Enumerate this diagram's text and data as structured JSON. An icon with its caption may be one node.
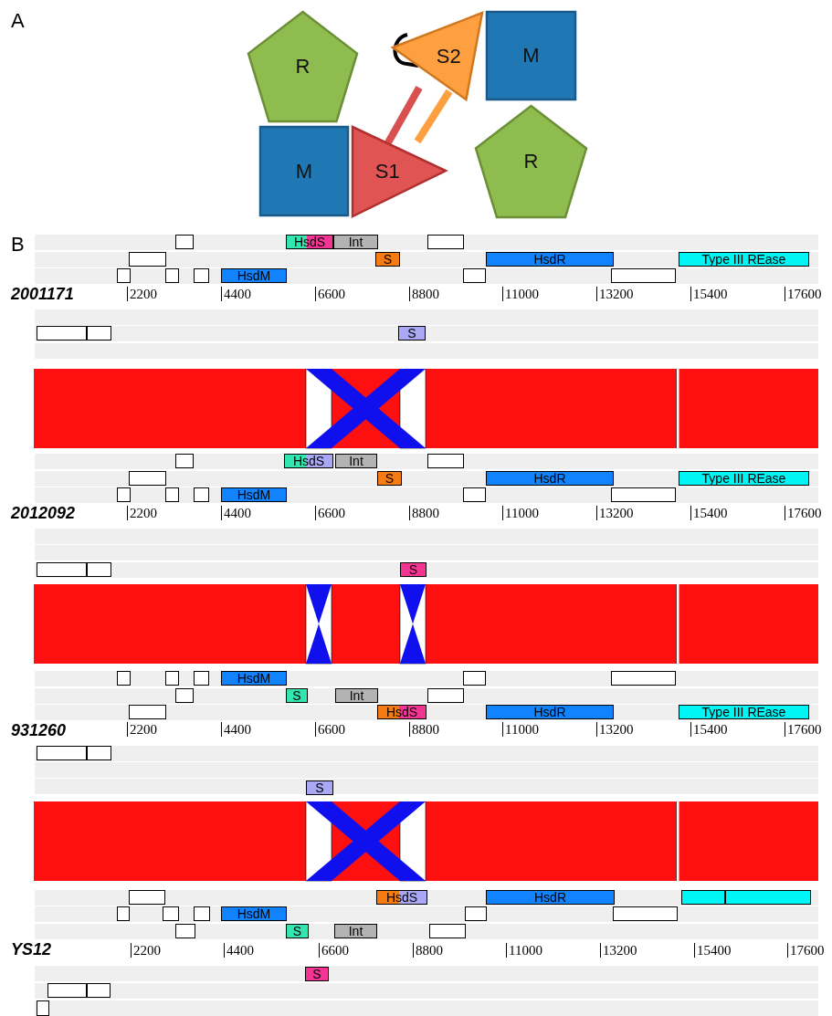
{
  "diagram": {
    "nodes": [
      {
        "text": [
          "R"
        ]
      },
      {
        "text": [
          "S2"
        ]
      },
      {
        "text": [
          "M"
        ]
      },
      {
        "text": [
          "M"
        ]
      },
      {
        "text": [
          "S1"
        ]
      },
      {
        "text": [
          "R"
        ]
      },
      {
        "text": [],
        "shape": "box"
      },
      {
        "text": [
          "HsdS"
        ]
      },
      {
        "text": [
          "Int"
        ]
      },
      {
        "text": [],
        "shape": "box"
      },
      {
        "text": [],
        "shape": "box"
      },
      {
        "text": [
          "S"
        ]
      },
      {
        "text": [
          "HsdR"
        ]
      },
      {
        "text": [
          "Type III REase"
        ]
      },
      {
        "text": [],
        "shape": "box"
      },
      {
        "text": [],
        "shape": "box"
      },
      {
        "text": [],
        "shape": "box"
      },
      {
        "text": [
          "HsdM"
        ]
      },
      {
        "text": [],
        "shape": "box"
      },
      {
        "text": [],
        "shape": "box"
      },
      {
        "text": [],
        "shape": "box"
      },
      {
        "text": [],
        "shape": "box"
      },
      {
        "text": [
          "S"
        ]
      },
      {
        "text": [],
        "shape": "box"
      },
      {
        "text": [
          "HsdS"
        ]
      },
      {
        "text": [
          "Int"
        ]
      },
      {
        "text": [],
        "shape": "box"
      },
      {
        "text": [],
        "shape": "box"
      },
      {
        "text": [
          "S"
        ]
      },
      {
        "text": [
          "HsdR"
        ]
      },
      {
        "text": [
          "Type III REase"
        ]
      },
      {
        "text": [],
        "shape": "box"
      },
      {
        "text": [],
        "shape": "box"
      },
      {
        "text": [],
        "shape": "box"
      },
      {
        "text": [
          "HsdM"
        ]
      },
      {
        "text": [],
        "shape": "box"
      },
      {
        "text": [],
        "shape": "box"
      },
      {
        "text": [],
        "shape": "box"
      },
      {
        "text": [],
        "shape": "box"
      },
      {
        "text": [
          "S"
        ]
      },
      {
        "text": [],
        "shape": "box"
      },
      {
        "text": [],
        "shape": "box"
      },
      {
        "text": [],
        "shape": "box"
      },
      {
        "text": [
          "HsdM"
        ]
      },
      {
        "text": [],
        "shape": "box"
      },
      {
        "text": [],
        "shape": "box"
      },
      {
        "text": [],
        "shape": "box"
      },
      {
        "text": [
          "S"
        ]
      },
      {
        "text": [
          "Int"
        ]
      },
      {
        "text": [],
        "shape": "box"
      },
      {
        "text": [],
        "shape": "box"
      },
      {
        "text": [
          "HsdS"
        ]
      },
      {
        "text": [
          "HsdR"
        ]
      },
      {
        "text": [
          "Type III REase"
        ]
      },
      {
        "text": [],
        "shape": "box"
      },
      {
        "text": [],
        "shape": "box"
      },
      {
        "text": [
          "S"
        ]
      },
      {
        "text": [],
        "shape": "box"
      },
      {
        "text": [
          "HsdS"
        ]
      },
      {
        "text": [
          "HsdR"
        ]
      },
      {
        "text": [],
        "shape": "box"
      },
      {
        "text": [],
        "shape": "box"
      },
      {
        "text": [],
        "shape": "box"
      },
      {
        "text": [],
        "shape": "box"
      },
      {
        "text": [],
        "shape": "box"
      },
      {
        "text": [
          "HsdM"
        ]
      },
      {
        "text": [],
        "shape": "box"
      },
      {
        "text": [],
        "shape": "box"
      },
      {
        "text": [],
        "shape": "box"
      },
      {
        "text": [
          "S"
        ]
      },
      {
        "text": [
          "Int"
        ]
      },
      {
        "text": [],
        "shape": "box"
      },
      {
        "text": [
          "S"
        ]
      },
      {
        "text": [],
        "shape": "box"
      },
      {
        "text": [],
        "shape": "box"
      },
      {
        "text": [],
        "shape": "box"
      }
    ],
    "labels": [
      "A",
      "B",
      "2001171",
      "2200",
      "4400",
      "6600",
      "8800",
      "11000",
      "13200",
      "15400",
      "17600",
      "2012092",
      "2200",
      "4400",
      "6600",
      "8800",
      "11000",
      "13200",
      "15400",
      "17600",
      "931260",
      "2200",
      "4400",
      "6600",
      "8800",
      "11000",
      "13200",
      "15400",
      "17600",
      "YS12",
      "2200",
      "4400",
      "6600",
      "8800",
      "11000",
      "13200",
      "15400",
      "17600"
    ]
  }
}
